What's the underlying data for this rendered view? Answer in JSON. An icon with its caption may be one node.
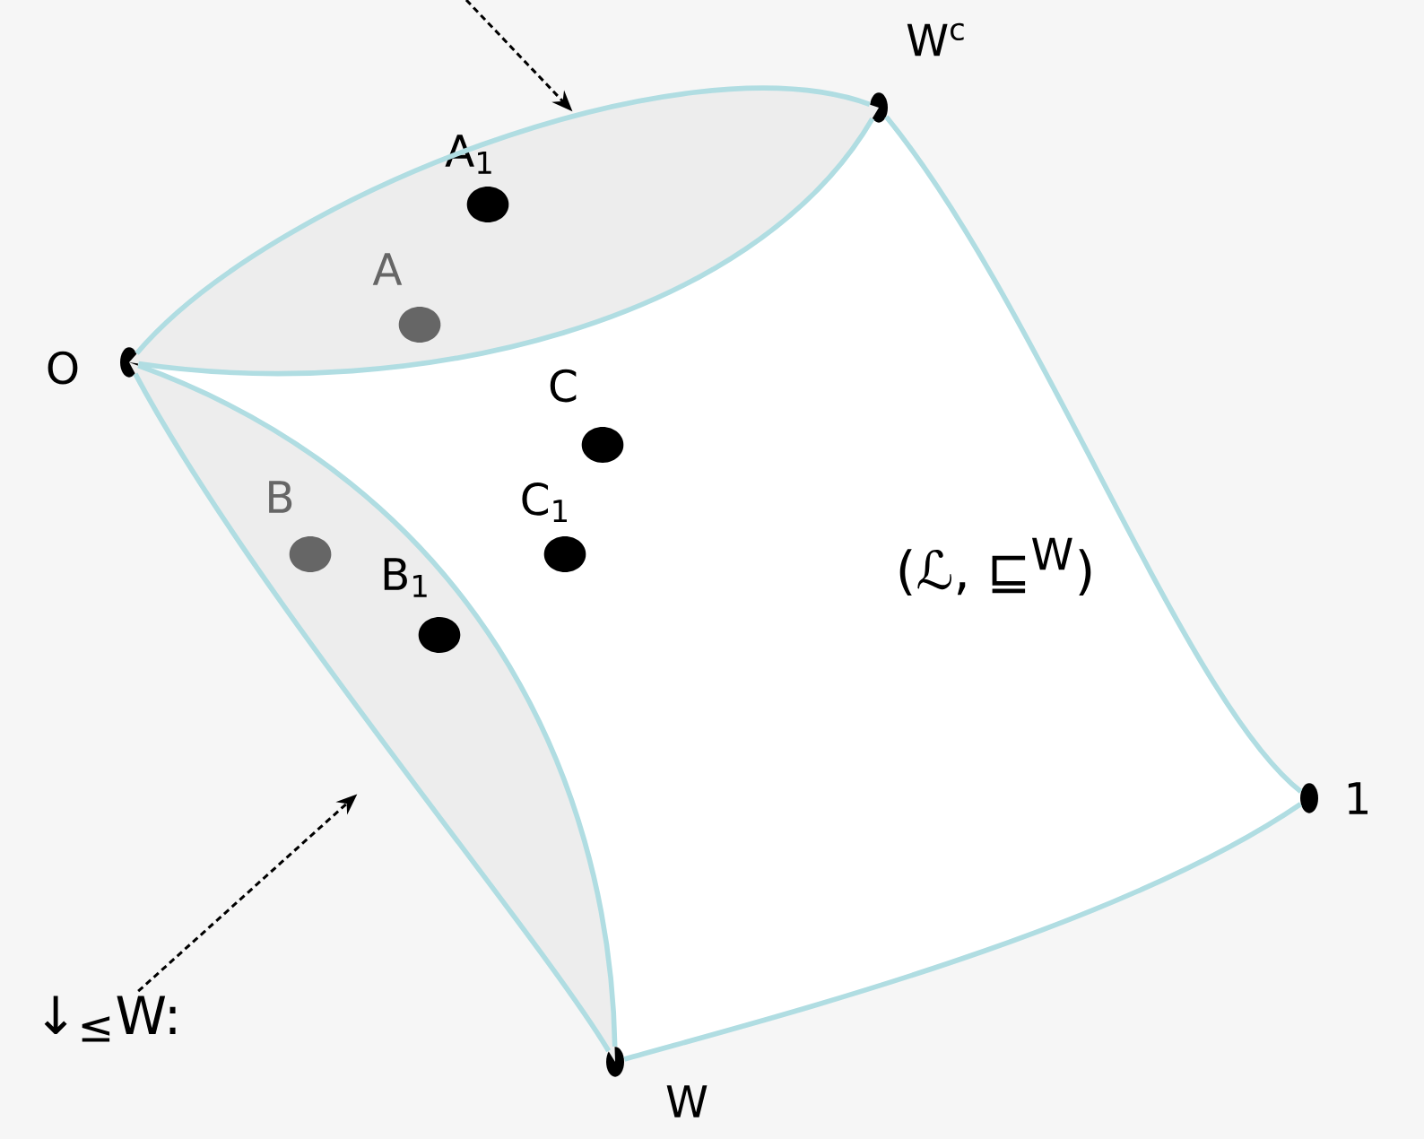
{
  "diagram": {
    "nodes": [
      {
        "text": [
          "O"
        ]
      },
      {
        "text": [
          "W$^{c}$"
        ]
      },
      {
        "text": [
          "1"
        ]
      },
      {
        "text": [
          "W"
        ]
      },
      {
        "text": [],
        "shape": "lens"
      },
      {
        "text": [
          "A$_{1}$"
        ],
        "in": 4
      },
      {
        "text": [
          "A"
        ],
        "in": 4
      },
      {
        "text": [
          "C"
        ]
      },
      {
        "text": [
          "C$_{1}$"
        ]
      },
      {
        "text": [],
        "shape": "lens"
      },
      {
        "text": [
          "B"
        ],
        "in": 9
      },
      {
        "text": [
          "B$_{1}$"
        ],
        "in": 9
      },
      {
        "text": [
          "↓$_{≤}$W:"
        ]
      }
    ],
    "edges": [
      {
        "from": 0,
        "to": 1,
        "arrow": "none"
      },
      {
        "from": 0,
        "to": 1,
        "arrow": "none"
      },
      {
        "from": 1,
        "to": 2,
        "arrow": "none"
      },
      {
        "from": 2,
        "to": 3,
        "arrow": "none"
      },
      {
        "from": 3,
        "to": 0,
        "arrow": "none"
      },
      {
        "from": 3,
        "to": 0,
        "arrow": "none"
      },
      {
        "from": 12,
        "to": 9,
        "arrow": "to",
        "style": "dashed",
        "color": "#000000"
      },
      {
        "from": null,
        "to": 4,
        "arrow": "to",
        "style": "dashed",
        "color": "#000000"
      }
    ],
    "labels": [
      "(ℒ, ⊑$^{W}$)"
    ]
  }
}
